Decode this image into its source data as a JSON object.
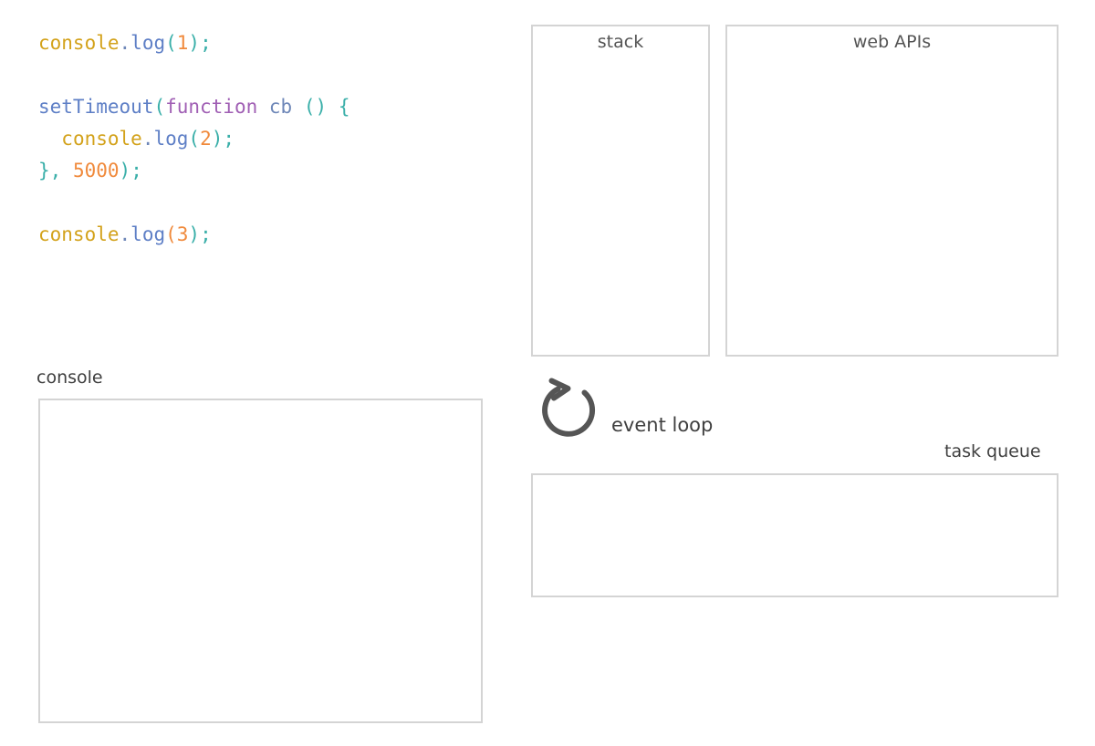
{
  "code": {
    "lines": [
      {
        "tokens": [
          {
            "t": "console",
            "c": "tok-obj"
          },
          {
            "t": ".",
            "c": "tok-dot"
          },
          {
            "t": "log",
            "c": "tok-prop"
          },
          {
            "t": "(",
            "c": "tok-punc"
          },
          {
            "t": "1",
            "c": "tok-num"
          },
          {
            "t": ")",
            "c": "tok-punc"
          },
          {
            "t": ";",
            "c": "tok-punc"
          }
        ]
      },
      {
        "tokens": []
      },
      {
        "tokens": [
          {
            "t": "setTimeout",
            "c": "tok-fn"
          },
          {
            "t": "(",
            "c": "tok-punc"
          },
          {
            "t": "function",
            "c": "tok-kw"
          },
          {
            "t": " ",
            "c": "tok-punc"
          },
          {
            "t": "cb",
            "c": "tok-name"
          },
          {
            "t": " ",
            "c": "tok-punc"
          },
          {
            "t": "()",
            "c": "tok-punc"
          },
          {
            "t": " ",
            "c": "tok-punc"
          },
          {
            "t": "{",
            "c": "tok-brace"
          }
        ]
      },
      {
        "tokens": [
          {
            "t": "  ",
            "c": "tok-punc"
          },
          {
            "t": "console",
            "c": "tok-obj"
          },
          {
            "t": ".",
            "c": "tok-dot"
          },
          {
            "t": "log",
            "c": "tok-prop"
          },
          {
            "t": "(",
            "c": "tok-punc"
          },
          {
            "t": "2",
            "c": "tok-num"
          },
          {
            "t": ")",
            "c": "tok-punc"
          },
          {
            "t": ";",
            "c": "tok-punc"
          }
        ]
      },
      {
        "tokens": [
          {
            "t": "}",
            "c": "tok-brace"
          },
          {
            "t": ", ",
            "c": "tok-punc"
          },
          {
            "t": "5000",
            "c": "tok-num"
          },
          {
            "t": ")",
            "c": "tok-punc"
          },
          {
            "t": ";",
            "c": "tok-punc"
          }
        ]
      },
      {
        "tokens": []
      },
      {
        "tokens": [
          {
            "t": "console",
            "c": "tok-obj"
          },
          {
            "t": ".",
            "c": "tok-dot"
          },
          {
            "t": "log",
            "c": "tok-prop"
          },
          {
            "t": "(",
            "c": "tok-num"
          },
          {
            "t": "3",
            "c": "tok-num"
          },
          {
            "t": ")",
            "c": "tok-punc"
          },
          {
            "t": ";",
            "c": "tok-punc"
          }
        ]
      }
    ],
    "plain_text": "console.log(1);\n\nsetTimeout(function cb () {\n  console.log(2);\n}, 5000);\n\nconsole.log(3);"
  },
  "panels": {
    "stack": {
      "label": "stack",
      "label_position": "inside-top-center",
      "items": []
    },
    "web_apis": {
      "label": "web APIs",
      "label_position": "inside-top-center",
      "items": []
    },
    "task_queue": {
      "label": "task queue",
      "label_position": "outside-top-right",
      "items": []
    },
    "console": {
      "label": "console",
      "label_position": "outside-top-left",
      "output_lines": []
    }
  },
  "event_loop": {
    "label": "event loop",
    "icon": "circular-arrow-icon"
  },
  "colors": {
    "box_border": "#d4d4d4",
    "background": "#ffffff",
    "label_text": "#3f3f3f",
    "inner_label_text": "#545454",
    "event_loop_stroke": "#555555",
    "code_object": "#d3a21b",
    "code_property": "#5e7fc6",
    "code_keyword": "#a05fb4",
    "code_punctuation": "#3aafa9",
    "code_number": "#f08a3c",
    "code_identifier": "#6e87b8"
  }
}
